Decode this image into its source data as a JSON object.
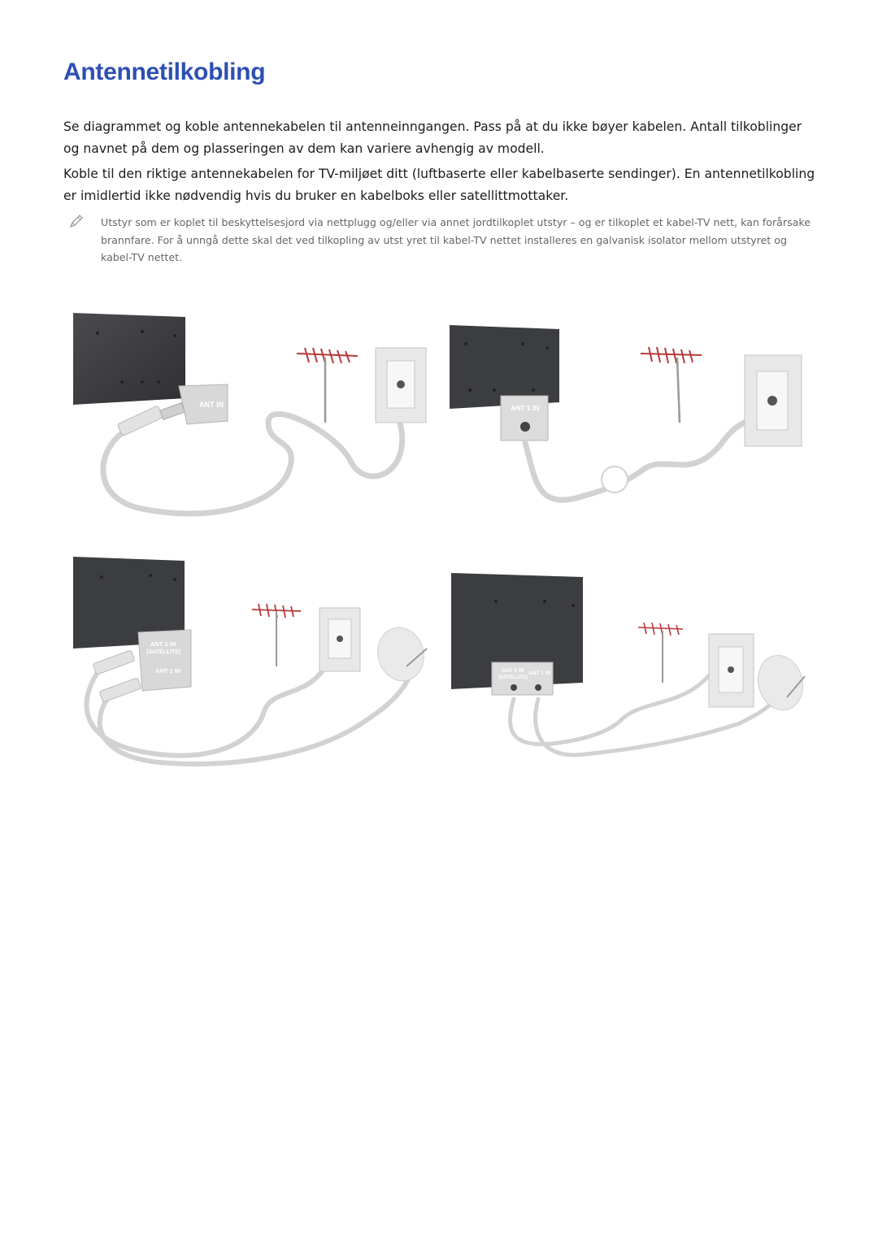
{
  "page": {
    "title": "Antennetilkobling",
    "paragraphs": [
      "Se diagrammet og koble antennekabelen til antenneinngangen. Pass på at du ikke bøyer kabelen. Antall tilkoblinger og navnet på dem og plasseringen av dem kan variere avhengig av modell.",
      "Koble til den riktige antennekabelen for TV-miljøet ditt (luftbaserte eller kabelbaserte sendinger). En antennetilkobling er imidlertid ikke nødvendig hvis du bruker en kabelboks eller satellittmottaker."
    ],
    "note": {
      "icon": "pencil-note-icon",
      "text": "Utstyr som er koplet til beskyttelsesjord via nettplugg og/eller via annet jordtilkoplet utstyr – og er tilkoplet et kabel-TV nett, kan forårsake brannfare. For å unngå dette skal det ved tilkopling av utst yret til kabel-TV nettet installeres en galvanisk isolator mellom utstyret og kabel-TV nettet."
    }
  },
  "diagrams": {
    "d1": {
      "port": "ANT IN"
    },
    "d2": {
      "port": "ANT 1 IN"
    },
    "d3": {
      "port_sat_line1": "ANT 2 IN",
      "port_sat_line2": "(SATELLITE)",
      "port_ant": "ANT 1 IN"
    },
    "d4": {
      "port_sat_line1": "ANT 2 IN",
      "port_sat_line2": "(SATELLITE)",
      "port_ant": "ANT 1 IN"
    }
  },
  "colors": {
    "title": "#2d4fb3",
    "tv": "#3c3d40",
    "cable": "#d2d2d2",
    "antenna": "#b83a3a"
  }
}
